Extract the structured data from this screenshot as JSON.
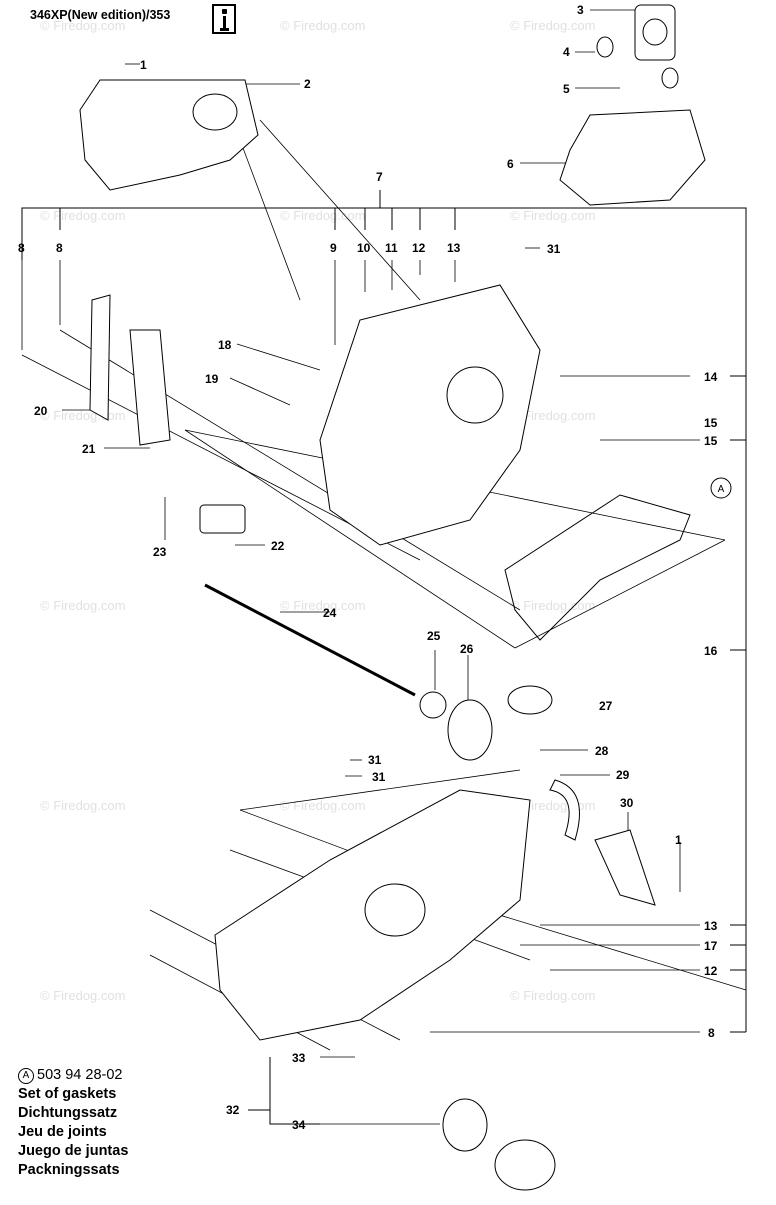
{
  "header": {
    "model": "346XP(New edition)/353",
    "icon": "info-icon"
  },
  "watermark": "© Firedog.com",
  "callouts": {
    "c1a": "1",
    "c2": "2",
    "c3": "3",
    "c4": "4",
    "c5": "5",
    "c6": "6",
    "c7": "7",
    "c8a": "8",
    "c8b": "8",
    "c9": "9",
    "c10": "10",
    "c11": "11",
    "c12a": "12",
    "c13a": "13",
    "c31a": "31",
    "c14": "14",
    "c15a": "15",
    "c15b": "15",
    "cA": "A",
    "c18": "18",
    "c19": "19",
    "c20": "20",
    "c21": "21",
    "c22": "22",
    "c23": "23",
    "c24": "24",
    "c16": "16",
    "c25": "25",
    "c26": "26",
    "c27": "27",
    "c28": "28",
    "c31b": "31",
    "c31c": "31",
    "c29": "29",
    "c30": "30",
    "c1b": "1",
    "c13b": "13",
    "c17": "17",
    "c12b": "12",
    "c8c": "8",
    "c33": "33",
    "c32": "32",
    "c34": "34"
  },
  "legend": {
    "ref_letter": "A",
    "part_number": "503 94 28-02",
    "lines": [
      "Set of gaskets",
      "Dichtungssatz",
      "Jeu de joints",
      "Juego de juntas",
      "Packningssats"
    ]
  }
}
